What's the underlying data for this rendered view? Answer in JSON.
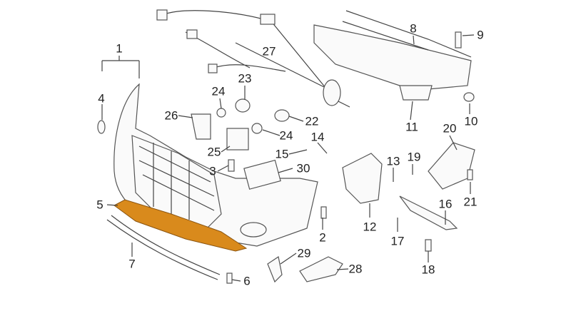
{
  "diagram": {
    "highlight_color": "#d98a1c",
    "highlighted_part": "5",
    "callouts": [
      "1",
      "4",
      "5",
      "7",
      "6",
      "2",
      "3",
      "24",
      "23",
      "27",
      "26",
      "25",
      "22",
      "24",
      "14",
      "15",
      "30",
      "8",
      "9",
      "10",
      "11",
      "13",
      "19",
      "20",
      "12",
      "17",
      "16",
      "18",
      "21",
      "29",
      "28"
    ]
  }
}
